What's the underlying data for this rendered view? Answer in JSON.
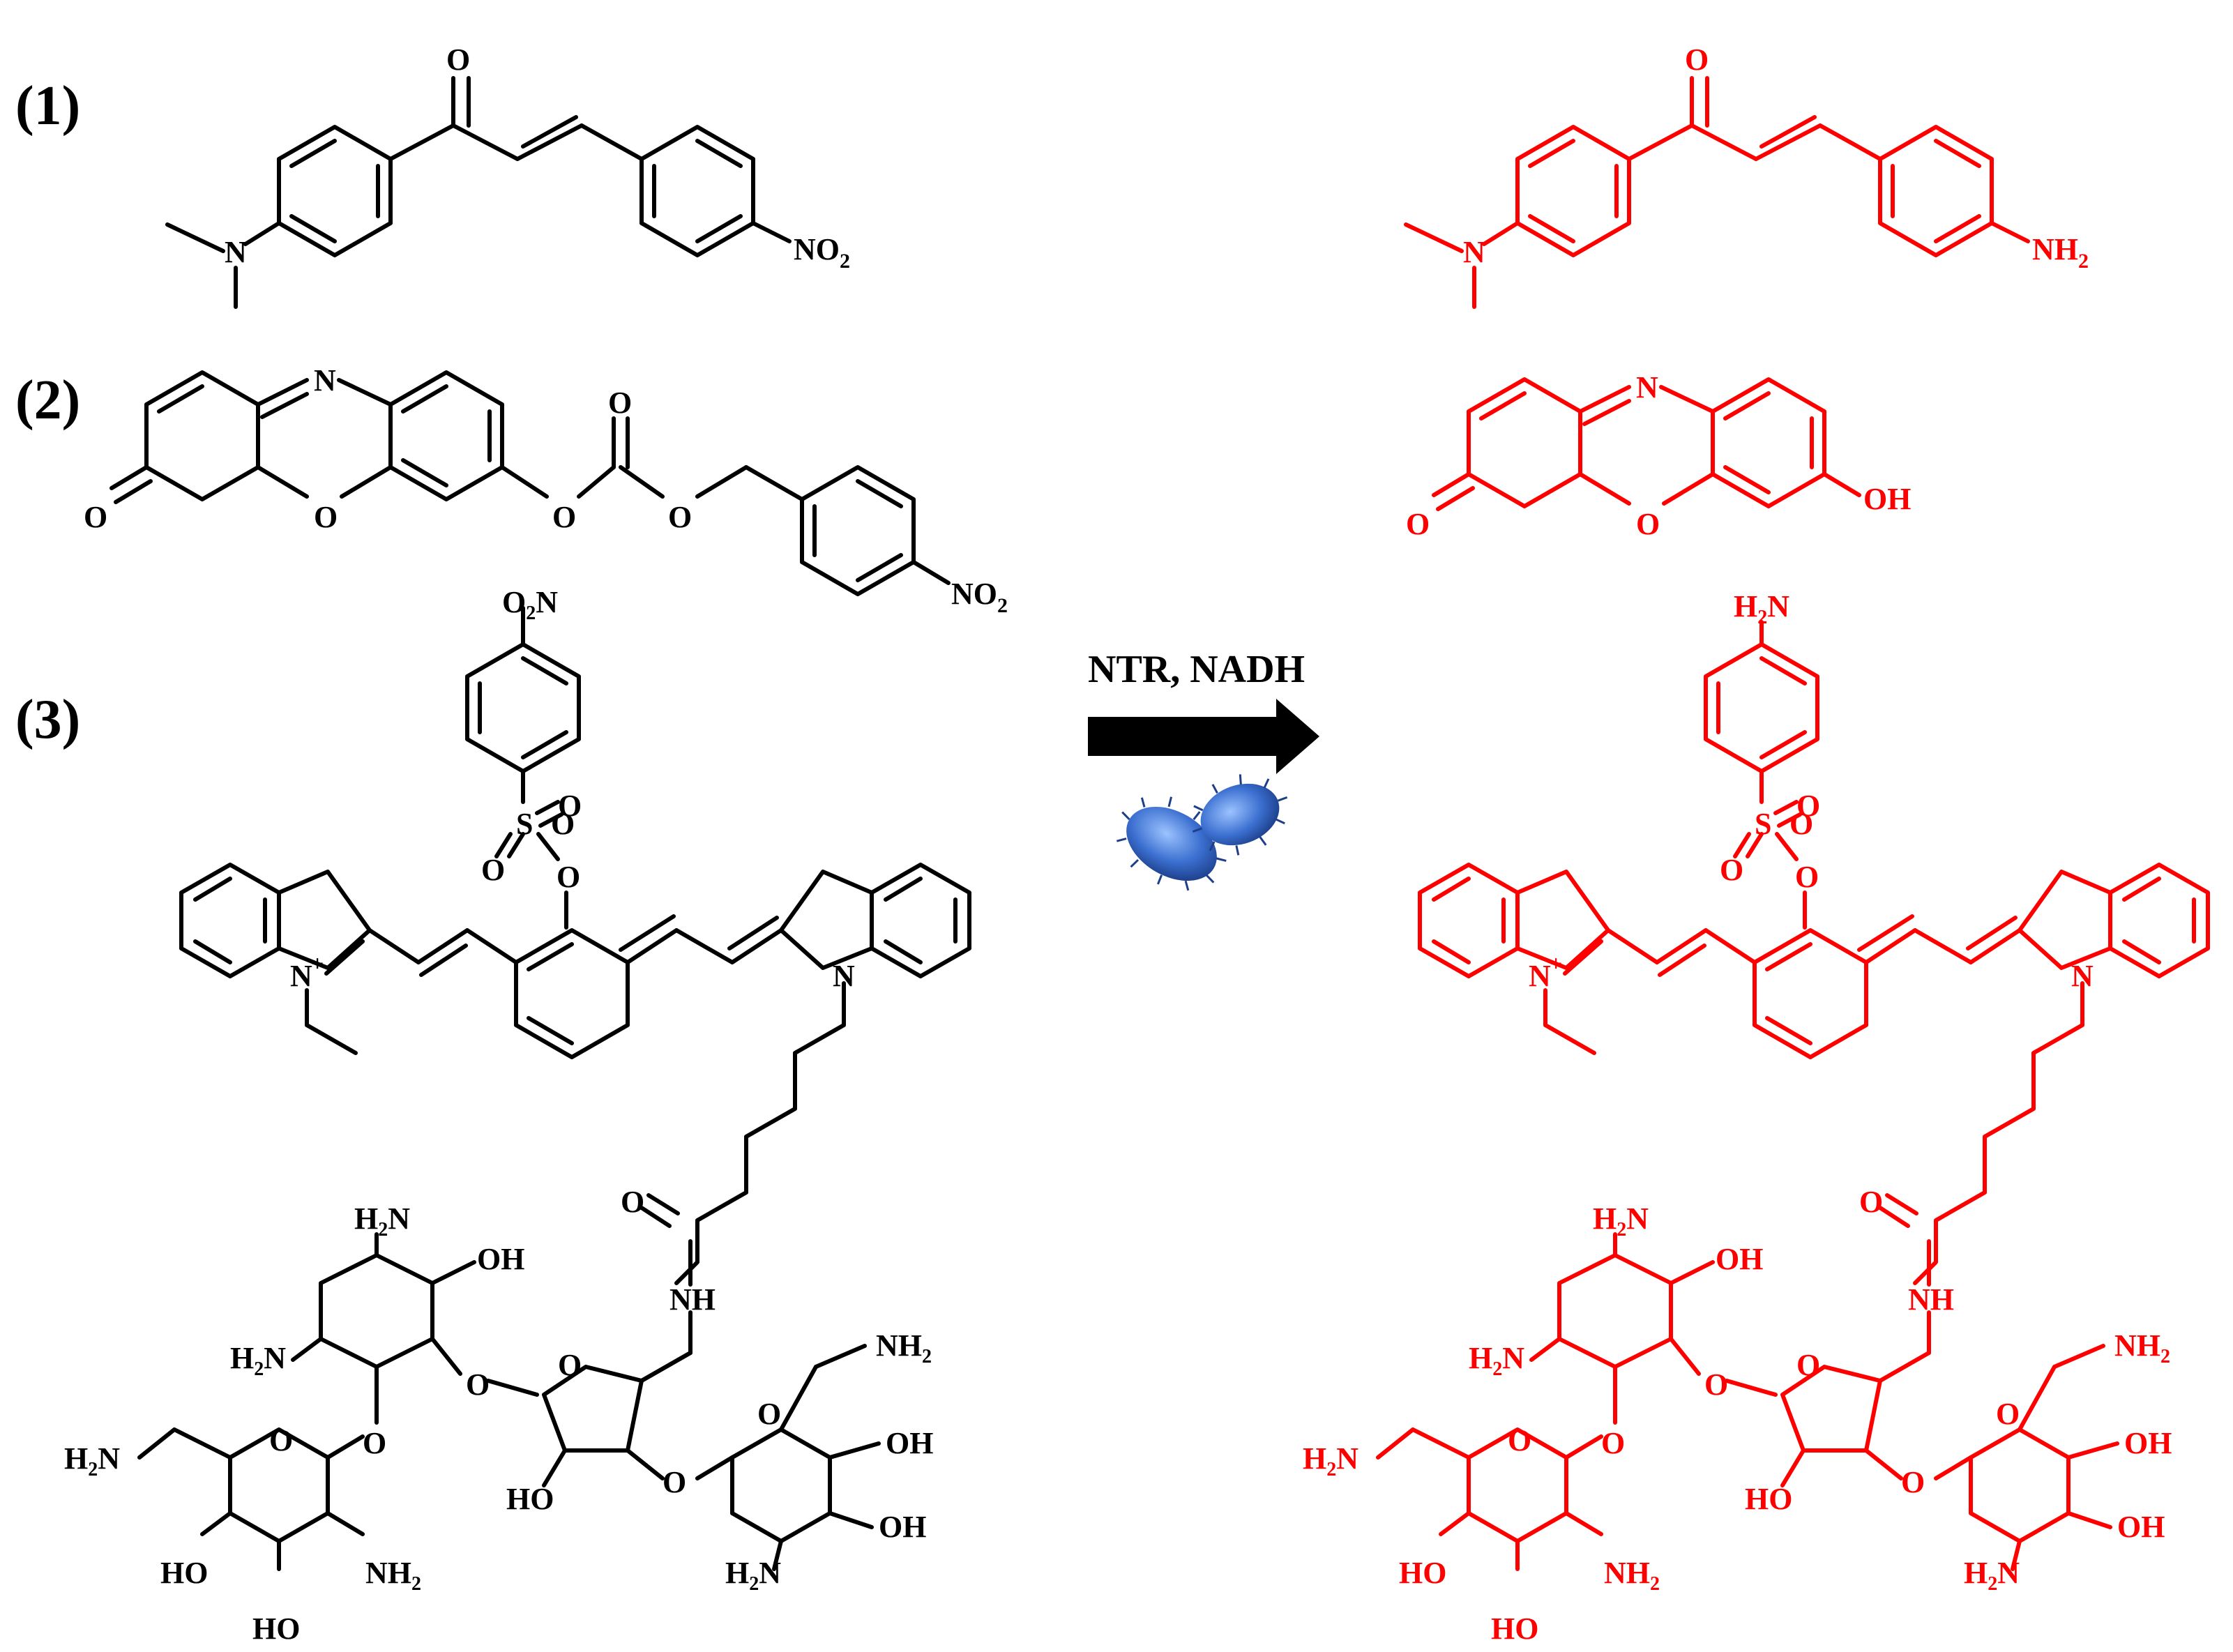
{
  "compound_labels": [
    "(1)",
    "(2)",
    "(3)"
  ],
  "reaction": {
    "conditions": "NTR, NADH",
    "arrow": "right-arrow",
    "illustration": "bacteria"
  },
  "colors": {
    "reactant": "#000000",
    "product": "#ff0000",
    "bacteria": "#4a7fd4"
  },
  "atoms": {
    "o": "O",
    "n": "N",
    "n_plus": "N",
    "plus": "+",
    "s": "S",
    "no2": "NO",
    "no2_sub": "2",
    "o2n": "O",
    "o2n_sub": "2",
    "o2n_n": "N",
    "nh2": "NH",
    "nh2_sub": "2",
    "h2n": "H",
    "h2n_sub": "2",
    "h2n_n": "N",
    "oh": "OH",
    "ho": "HO",
    "nh": "NH"
  }
}
